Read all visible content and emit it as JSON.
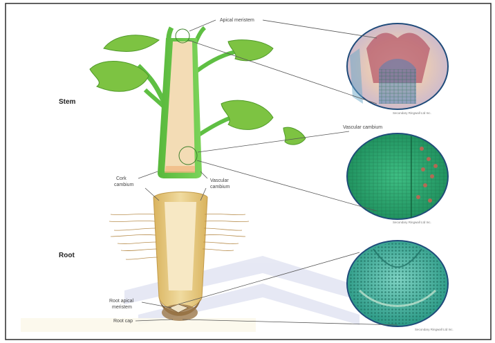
{
  "labels": {
    "stem": "Stem",
    "root": "Root",
    "apical_meristem": "Apical meristem",
    "vascular_cambium_top": "Vascular cambium",
    "cork_cambium_l1": "Cork",
    "cork_cambium_l2": "cambium",
    "vascular_cambium_l1": "Vascular",
    "vascular_cambium_l2": "cambium",
    "root_apical_l1": "Root apical",
    "root_apical_l2": "meristem",
    "root_cap": "Root cap"
  },
  "credits": {
    "c1": "Secondary Ringwall Ltd Inc.",
    "c2": "Secondary Ringwall Ltd Inc.",
    "c3": "Secondary Ringwall Ltd Inc."
  },
  "colors": {
    "frame": "#2b2b2b",
    "stem_green": "#6cc34a",
    "stem_core": "#f3dcb5",
    "leaf": "#7dc342",
    "root_tan": "#e8d08a",
    "watermark": "#b9bfe0"
  }
}
